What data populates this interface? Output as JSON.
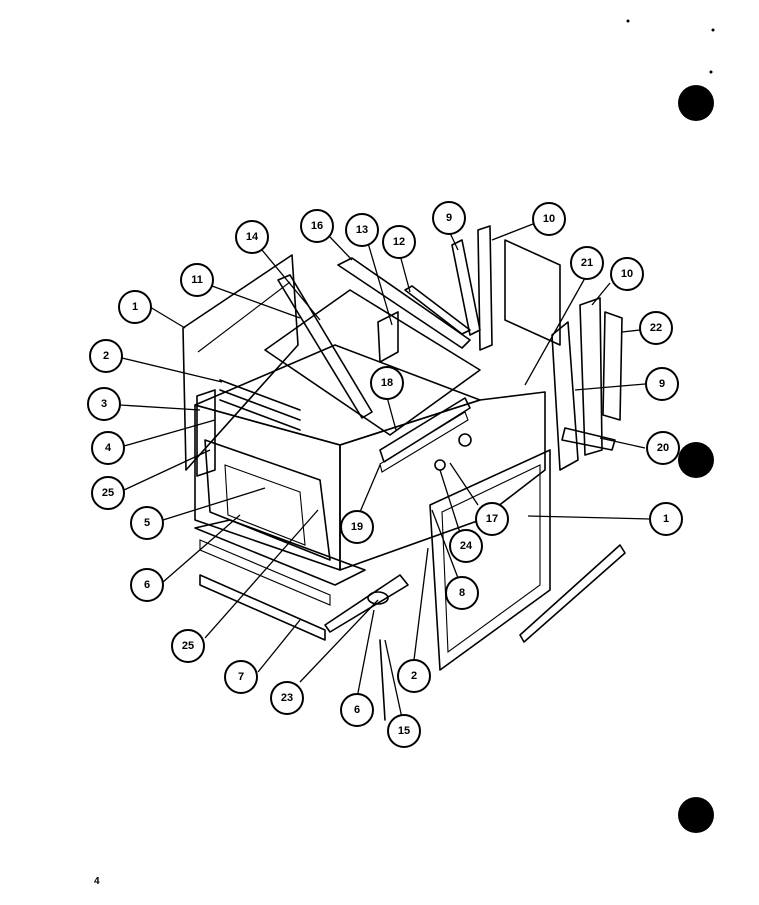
{
  "page_number": "4",
  "callouts": [
    {
      "label": "1"
    },
    {
      "label": "2"
    },
    {
      "label": "3"
    },
    {
      "label": "4"
    },
    {
      "label": "25"
    },
    {
      "label": "5"
    },
    {
      "label": "6"
    },
    {
      "label": "25"
    },
    {
      "label": "7"
    },
    {
      "label": "23"
    },
    {
      "label": "6"
    },
    {
      "label": "15"
    },
    {
      "label": "2"
    },
    {
      "label": "8"
    },
    {
      "label": "24"
    },
    {
      "label": "17"
    },
    {
      "label": "1"
    },
    {
      "label": "19"
    },
    {
      "label": "18"
    },
    {
      "label": "11"
    },
    {
      "label": "14"
    },
    {
      "label": "16"
    },
    {
      "label": "13"
    },
    {
      "label": "12"
    },
    {
      "label": "9"
    },
    {
      "label": "10"
    },
    {
      "label": "21"
    },
    {
      "label": "10"
    },
    {
      "label": "22"
    },
    {
      "label": "9"
    },
    {
      "label": "20"
    }
  ]
}
